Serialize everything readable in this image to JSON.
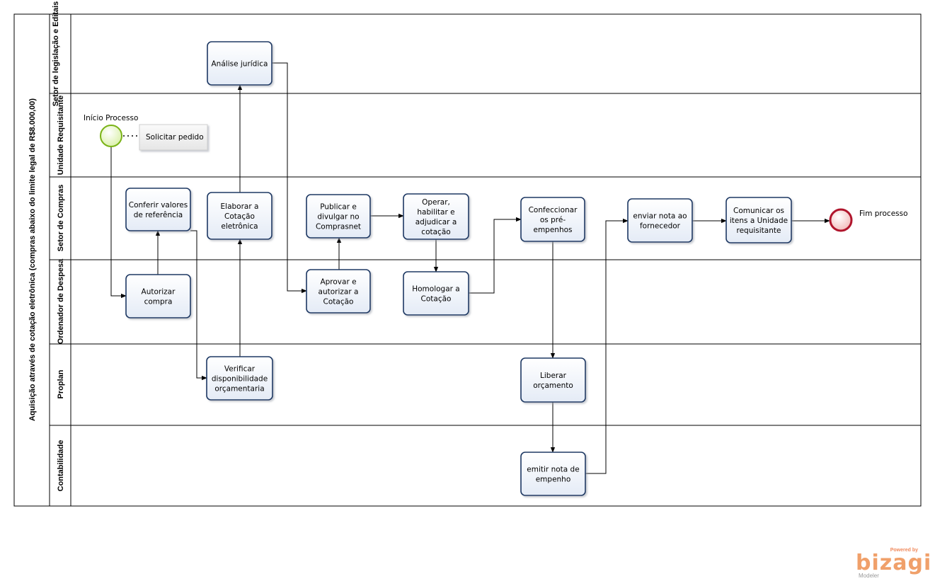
{
  "pool": {
    "title": "Aquisição através de cotação eletrônica (compras abaixo do limite legal de R$8.000,00)"
  },
  "lanes": [
    {
      "name": "Setor de legislação e Editais"
    },
    {
      "name": "Unidade Requisitante"
    },
    {
      "name": "Setor de Compras"
    },
    {
      "name": "Ordenador de Despesa"
    },
    {
      "name": "Proplan"
    },
    {
      "name": "Contabilidade"
    }
  ],
  "events": {
    "start_label": "Início Processo",
    "end_label": "Fim processo"
  },
  "annotation": {
    "text": "Solicitar pedido"
  },
  "tasks": [
    {
      "id": "analise",
      "lines": [
        "Análise jurídica"
      ]
    },
    {
      "id": "conferir",
      "lines": [
        "Conferir valores",
        "de referência"
      ]
    },
    {
      "id": "elaborar",
      "lines": [
        "Elaborar a",
        "Cotação",
        "eletrônica"
      ]
    },
    {
      "id": "publicar",
      "lines": [
        "Publicar e",
        "divulgar no",
        "Comprasnet"
      ]
    },
    {
      "id": "operar",
      "lines": [
        "Operar,",
        "habilitar e",
        "adjudicar  a",
        "cotação"
      ]
    },
    {
      "id": "confeccionar",
      "lines": [
        "Confeccionar",
        "os pré-",
        "empenhos"
      ]
    },
    {
      "id": "enviar",
      "lines": [
        "enviar nota ao",
        "fornecedor"
      ]
    },
    {
      "id": "comunicar",
      "lines": [
        "Comunicar os",
        "itens a Unidade",
        "requisitante"
      ]
    },
    {
      "id": "autorizar",
      "lines": [
        "Autorizar",
        "compra"
      ]
    },
    {
      "id": "aprovar",
      "lines": [
        "Aprovar e",
        "autorizar a",
        "Cotação"
      ]
    },
    {
      "id": "homologar",
      "lines": [
        "Homologar a",
        "Cotação"
      ]
    },
    {
      "id": "verificar",
      "lines": [
        "Verificar",
        "disponibilidade",
        "orçamentaria"
      ]
    },
    {
      "id": "liberar",
      "lines": [
        "Liberar",
        "orçamento"
      ]
    },
    {
      "id": "emitir",
      "lines": [
        "emitir nota de",
        "empenho"
      ]
    }
  ],
  "logo": {
    "powered": "Powered by",
    "brand": "bizagi",
    "product": "Modeler"
  }
}
